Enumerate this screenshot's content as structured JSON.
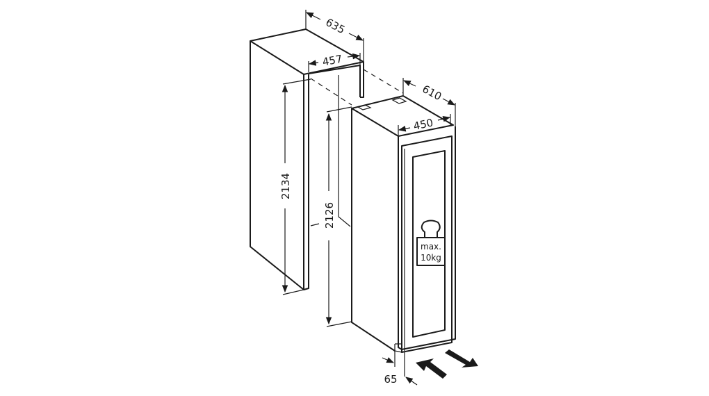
{
  "dimensions": {
    "niche_depth": "635",
    "niche_width": "457",
    "niche_height": "2134",
    "appliance_depth": "610",
    "appliance_width": "450",
    "appliance_height": "2126",
    "door_offset": "65"
  },
  "weight_label": {
    "line1": "max.",
    "line2": "10kg"
  },
  "colors": {
    "line": "#1a1a1a",
    "background": "#ffffff"
  }
}
